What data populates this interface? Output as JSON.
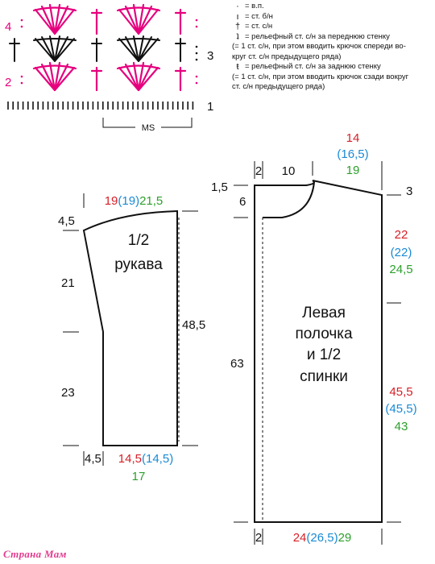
{
  "colors": {
    "red": "#d61f26",
    "blue": "#1a8ad4",
    "green": "#2ca02c",
    "magenta": "#e6007e",
    "black": "#111111",
    "watermark": "#e23b8f"
  },
  "legend": {
    "items": [
      {
        "icon": "dot-chain-symbol",
        "symbol": "·",
        "text": "= в.п."
      },
      {
        "icon": "single-crochet-symbol",
        "symbol": "ı",
        "text": "= ст. б/н"
      },
      {
        "icon": "double-crochet-symbol",
        "symbol": "†",
        "text": "= ст. с/н"
      },
      {
        "icon": "front-post-symbol",
        "symbol": "ʇ",
        "text": "= рельефный ст. с/н за переднюю стенку"
      },
      {
        "icon": "none",
        "symbol": "",
        "text": "(= 1 ст. с/н, при этом вводить крючок спереди во-"
      },
      {
        "icon": "none",
        "symbol": "",
        "text": "круг ст. с/н предыдущего ряда)"
      },
      {
        "icon": "back-post-symbol",
        "symbol": "ŧ",
        "text": "= рельефный ст. с/н за заднюю стенку"
      },
      {
        "icon": "none",
        "symbol": "",
        "text": "(= 1 ст. с/н, при этом вводить крючок сзади вокруг"
      },
      {
        "icon": "none",
        "symbol": "",
        "text": "ст. с/н предыдущего ряда)"
      }
    ]
  },
  "stitch_chart": {
    "row_numbers": [
      "4",
      "3",
      "2",
      "1"
    ],
    "repeat_label": "MS"
  },
  "sleeve": {
    "title_line1": "1/2",
    "title_line2": "рукава",
    "top_width": {
      "a": "19",
      "b": "(19)",
      "c": "21,5"
    },
    "top_offset": "4,5",
    "upper_height": "21",
    "lower_height": "23",
    "total_height": "48,5",
    "bottom_offset": "4,5",
    "bottom_width": {
      "a": "14,5",
      "b": "(14,5)",
      "c": "17"
    }
  },
  "front": {
    "title_line1": "Левая",
    "title_line2": "полочка",
    "title_line3": "и 1/2",
    "title_line4": "спинки",
    "top_width": {
      "a": "14",
      "b": "(16,5)",
      "c": "19"
    },
    "top_left_offset": "1,5",
    "neck_depth": "6",
    "placket_top": "2",
    "neck_width": "10",
    "shoulder_drop": "3",
    "armhole": {
      "a": "22",
      "b": "(22)",
      "c": "24,5"
    },
    "side": {
      "a": "45,5",
      "b": "(45,5)",
      "c": "43"
    },
    "total_height": "63",
    "placket_bottom": "2",
    "bottom_width": {
      "a": "24",
      "b": "(26,5)",
      "c": "29"
    }
  },
  "watermark": "Страна Мам"
}
